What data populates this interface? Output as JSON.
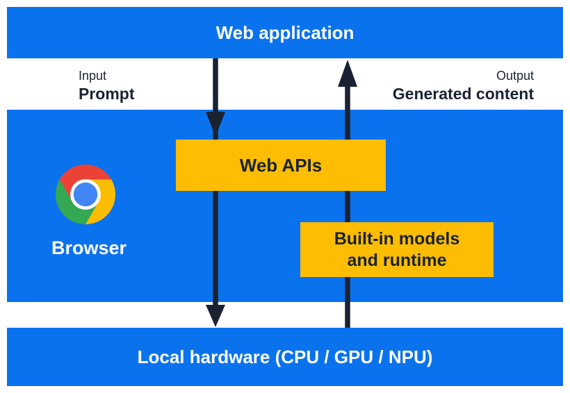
{
  "diagram": {
    "title_bar": {
      "label": "Web application"
    },
    "io": {
      "input": {
        "caption": "Input",
        "label": "Prompt"
      },
      "output": {
        "caption": "Output",
        "label": "Generated content"
      }
    },
    "browser_section": {
      "logo_icon": "chrome-logo-icon",
      "label": "Browser"
    },
    "boxes": {
      "web_apis": {
        "label": "Web APIs"
      },
      "builtin_models": {
        "line1": "Built-in models",
        "line2": "and runtime"
      }
    },
    "hardware_bar": {
      "label": "Local hardware (CPU / GPU / NPU)"
    },
    "arrows": {
      "down_arrow": "input-flow-down-arrow",
      "up_arrow": "output-flow-up-arrow"
    },
    "colors": {
      "band_blue": "#0b72ee",
      "box_yellow": "#fcbd02",
      "dark_navy": "#1a2232",
      "text_white": "#ffffff",
      "chrome_red": "#ea4335",
      "chrome_green": "#34a853",
      "chrome_yellow": "#fbbc04",
      "chrome_blue": "#4285f4"
    }
  }
}
